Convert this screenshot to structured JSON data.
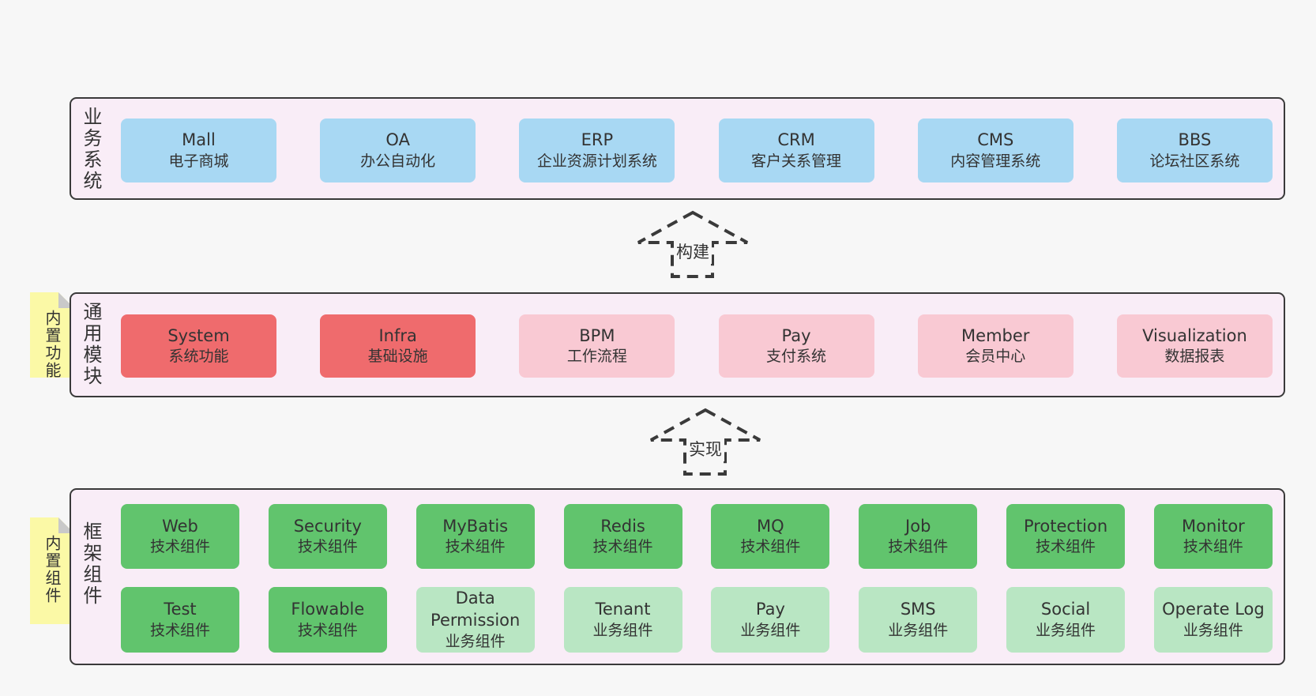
{
  "colors": {
    "page_bg": "#f7f7f7",
    "panel_fill": "#f9edf7",
    "panel_border": "#3a3a3a",
    "blue": "#a8d8f3",
    "red": "#ef6b6d",
    "pink": "#f9c9d3",
    "green": "#61c46d",
    "light_green": "#b9e6c3",
    "sticky_yellow": "#fbf9a6",
    "sticky_fold": "#c9c9c9",
    "text": "#333333"
  },
  "sections": {
    "business": {
      "label": "业务系统",
      "boxes": [
        {
          "en": "Mall",
          "zh": "电子商城",
          "variant": "blue"
        },
        {
          "en": "OA",
          "zh": "办公自动化",
          "variant": "blue"
        },
        {
          "en": "ERP",
          "zh": "企业资源计划系统",
          "variant": "blue"
        },
        {
          "en": "CRM",
          "zh": "客户关系管理",
          "variant": "blue"
        },
        {
          "en": "CMS",
          "zh": "内容管理系统",
          "variant": "blue"
        },
        {
          "en": "BBS",
          "zh": "论坛社区系统",
          "variant": "blue"
        }
      ]
    },
    "modules": {
      "label": "通用模块",
      "sticky": "内置功能",
      "boxes": [
        {
          "en": "System",
          "zh": "系统功能",
          "variant": "red"
        },
        {
          "en": "Infra",
          "zh": "基础设施",
          "variant": "red"
        },
        {
          "en": "BPM",
          "zh": "工作流程",
          "variant": "pink"
        },
        {
          "en": "Pay",
          "zh": "支付系统",
          "variant": "pink"
        },
        {
          "en": "Member",
          "zh": "会员中心",
          "variant": "pink"
        },
        {
          "en": "Visualization",
          "zh": "数据报表",
          "variant": "pink"
        }
      ]
    },
    "components": {
      "label": "框架组件",
      "sticky": "内置组件",
      "row1": [
        {
          "en": "Web",
          "zh": "技术组件",
          "variant": "green"
        },
        {
          "en": "Security",
          "zh": "技术组件",
          "variant": "green"
        },
        {
          "en": "MyBatis",
          "zh": "技术组件",
          "variant": "green"
        },
        {
          "en": "Redis",
          "zh": "技术组件",
          "variant": "green"
        },
        {
          "en": "MQ",
          "zh": "技术组件",
          "variant": "green"
        },
        {
          "en": "Job",
          "zh": "技术组件",
          "variant": "green"
        },
        {
          "en": "Protection",
          "zh": "技术组件",
          "variant": "green"
        },
        {
          "en": "Monitor",
          "zh": "技术组件",
          "variant": "green"
        }
      ],
      "row2": [
        {
          "en": "Test",
          "zh": "技术组件",
          "variant": "green"
        },
        {
          "en": "Flowable",
          "zh": "技术组件",
          "variant": "green"
        },
        {
          "en": "Data Permission",
          "zh": "业务组件",
          "variant": "lightgreen"
        },
        {
          "en": "Tenant",
          "zh": "业务组件",
          "variant": "lightgreen"
        },
        {
          "en": "Pay",
          "zh": "业务组件",
          "variant": "lightgreen"
        },
        {
          "en": "SMS",
          "zh": "业务组件",
          "variant": "lightgreen"
        },
        {
          "en": "Social",
          "zh": "业务组件",
          "variant": "lightgreen"
        },
        {
          "en": "Operate Log",
          "zh": "业务组件",
          "variant": "lightgreen"
        }
      ]
    }
  },
  "arrows": [
    {
      "label": "构建"
    },
    {
      "label": "实现"
    }
  ]
}
